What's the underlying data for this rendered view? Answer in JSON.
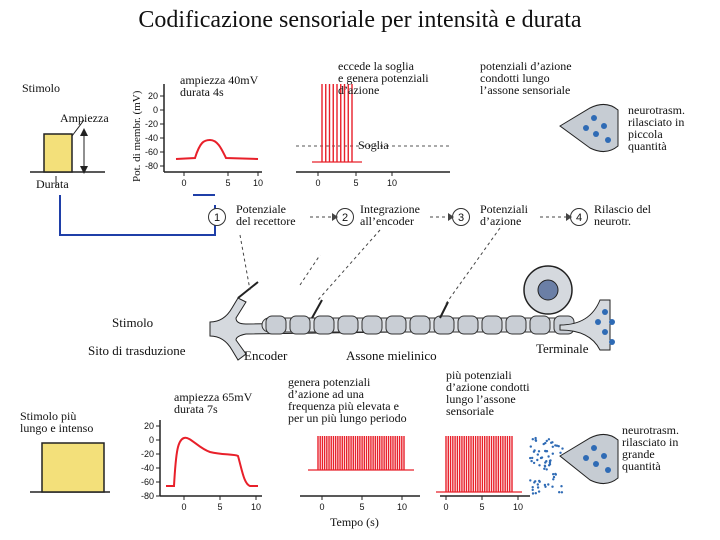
{
  "title": "Codificazione sensoriale per intensità e durata",
  "top": {
    "stimolo": "Stimolo",
    "ampiezza": "Ampiezza",
    "durata": "Durata",
    "ylabel": "Pot. di membr. (mV)",
    "yticks": [
      "20",
      "0",
      "-20",
      "-40",
      "-60",
      "-80"
    ],
    "xticks": [
      "0",
      "5",
      "10"
    ],
    "receptor_note": "ampiezza 40mV\ndurata 4s",
    "threshold_note": "eccede la soglia\ne genera potenziali\nd’azione",
    "soglia": "Soglia",
    "axon_note": "potenziali d’azione\ncondotti lungo\nl’assone sensoriale",
    "nt_note": "neurotrasm.\nrilasciato in\npiccola\nquantità"
  },
  "steps": [
    {
      "n": "1",
      "label": "Potenziale\ndel recettore"
    },
    {
      "n": "2",
      "label": "Integrazione\nall’encoder"
    },
    {
      "n": "3",
      "label": "Potenziali\nd’azione"
    },
    {
      "n": "4",
      "label": "Rilascio del\nneurotr."
    }
  ],
  "neuron": {
    "stimolo": "Stimolo",
    "sito": "Sito di trasduzione",
    "encoder": "Encoder",
    "assone": "Assone mielinico",
    "terminale": "Terminale"
  },
  "bottom": {
    "stimolo": "Stimolo più\nlungo e intenso",
    "yticks": [
      "20",
      "0",
      "-20",
      "-40",
      "-60",
      "-80"
    ],
    "xticks": [
      "0",
      "5",
      "10"
    ],
    "receptor_note": "ampiezza 65mV\ndurata 7s",
    "freq_note": "genera potenziali\nd’azione ad una\nfrequenza più elevata e\nper un più lungo periodo",
    "axon_note": "più potenziali\nd’azione condotti\nlungo l’assone\nsensoriale",
    "nt_note": "neurotrasm.\nrilasciato in\ngrande\nquantità",
    "xlabel": "Tempo (s)"
  },
  "colors": {
    "trace": "#e8202a",
    "stimulus": "#f3e07a",
    "wire": "#1f3fa8",
    "vesicle": "#2f6bb5"
  }
}
